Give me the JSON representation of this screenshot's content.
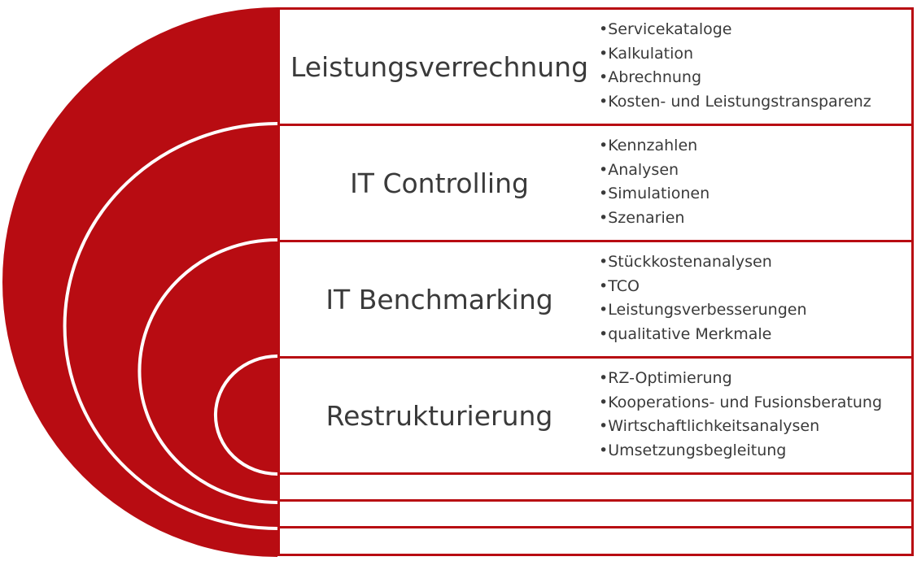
{
  "colors": {
    "accent": "#b80c12",
    "ring": "#ffffff",
    "text": "#3a3a3a",
    "box_fill": "#ffffff"
  },
  "sections": [
    {
      "title": "Leistungsverrechnung",
      "items": [
        "Servicekataloge",
        "Kalkulation",
        "Abrechnung",
        "Kosten- und Leistungstransparenz"
      ]
    },
    {
      "title": "IT Controlling",
      "items": [
        "Kennzahlen",
        "Analysen",
        "Simulationen",
        "Szenarien"
      ]
    },
    {
      "title": "IT Benchmarking",
      "items": [
        "Stückkostenanalysen",
        "TCO",
        "Leistungsverbesserungen",
        "qualitative Merkmale"
      ]
    },
    {
      "title": "Restrukturierung",
      "items": [
        "RZ-Optimierung",
        "Kooperations- und Fusionsberatung",
        "Wirtschaftlichkeitsanalysen",
        "Umsetzungsbegleitung"
      ]
    }
  ]
}
